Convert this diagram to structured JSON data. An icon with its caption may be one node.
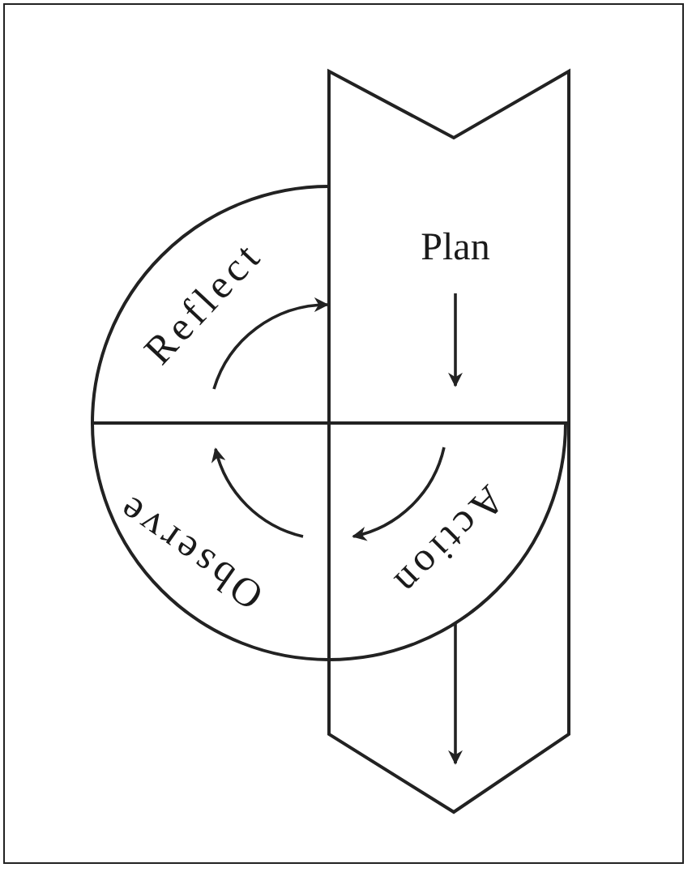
{
  "diagram": {
    "nodes": [
      {
        "text": [],
        "shape": "arrow"
      },
      {
        "text": [
          "Reflect"
        ]
      },
      {
        "text": [
          "Plan"
        ],
        "in": 0
      },
      {
        "text": [
          "Action"
        ],
        "in": 0
      },
      {
        "text": [
          "Observe"
        ]
      }
    ],
    "edges": [
      {
        "from": 1,
        "to": 2,
        "arrow": "to"
      },
      {
        "from": 2,
        "to": 3,
        "arrow": "to"
      },
      {
        "from": 3,
        "to": 4,
        "arrow": "to"
      },
      {
        "from": 4,
        "to": 1,
        "arrow": "to"
      },
      {
        "from": 3,
        "to": null,
        "arrow": "to"
      }
    ]
  }
}
